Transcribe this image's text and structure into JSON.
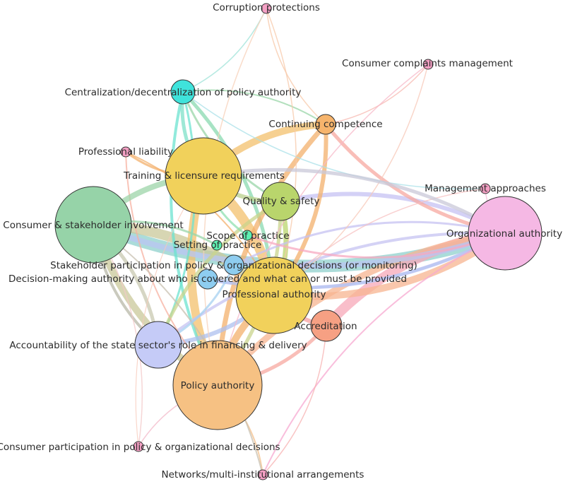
{
  "nodes": [
    {
      "id": "corruption",
      "label": "Corruption protections",
      "color": "#f4a0c4",
      "size": 1
    },
    {
      "id": "complaints",
      "label": "Consumer complaints management",
      "color": "#f4a0c4",
      "size": 1
    },
    {
      "id": "central",
      "label": "Centralization/decentralization of policy authority",
      "color": "#3fe3db",
      "size": 3
    },
    {
      "id": "continuing",
      "label": "Continuing competence",
      "color": "#f6b46c",
      "size": 2
    },
    {
      "id": "liability",
      "label": "Professional liability",
      "color": "#f4a0c4",
      "size": 1
    },
    {
      "id": "training",
      "label": "Training & licensure requirements",
      "color": "#f1d15b",
      "size": 9
    },
    {
      "id": "management",
      "label": "Management approaches",
      "color": "#f4a0c4",
      "size": 1
    },
    {
      "id": "quality",
      "label": "Quality & safety",
      "color": "#b9d56c",
      "size": 4
    },
    {
      "id": "consumer",
      "label": "Consumer & stakeholder involvement",
      "color": "#96d3a8",
      "size": 9
    },
    {
      "id": "orgauth",
      "label": "Organizational authority",
      "color": "#f5b8e4",
      "size": 8
    },
    {
      "id": "scope",
      "label": "Scope of practice",
      "color": "#5ef0b2",
      "size": 1
    },
    {
      "id": "setting",
      "label": "Setting of practice",
      "color": "#5ef0b2",
      "size": 1
    },
    {
      "id": "stakepart",
      "label": "Stakeholder participation in policy & organizational decisions (or monitoring)",
      "color": "#8ecdf0",
      "size": 2
    },
    {
      "id": "decision",
      "label": "Decision-making authority about who is covered and what can or must be provided",
      "color": "#8ecdf0",
      "size": 2
    },
    {
      "id": "profauth",
      "label": "Professional authority",
      "color": "#f1d15b",
      "size": 9
    },
    {
      "id": "accred",
      "label": "Accreditation",
      "color": "#f6a083",
      "size": 3
    },
    {
      "id": "account",
      "label": "Accountability of the state sector's role in financing & delivery",
      "color": "#c5cbf7",
      "size": 5
    },
    {
      "id": "policy",
      "label": "Policy authority",
      "color": "#f6c183",
      "size": 10
    },
    {
      "id": "consumerpart",
      "label": "Consumer participation in policy & organizational decisions",
      "color": "#f4a0c4",
      "size": 1
    },
    {
      "id": "networks",
      "label": "Networks/multi-institutional arrangements",
      "color": "#f4a0c4",
      "size": 1
    }
  ]
}
